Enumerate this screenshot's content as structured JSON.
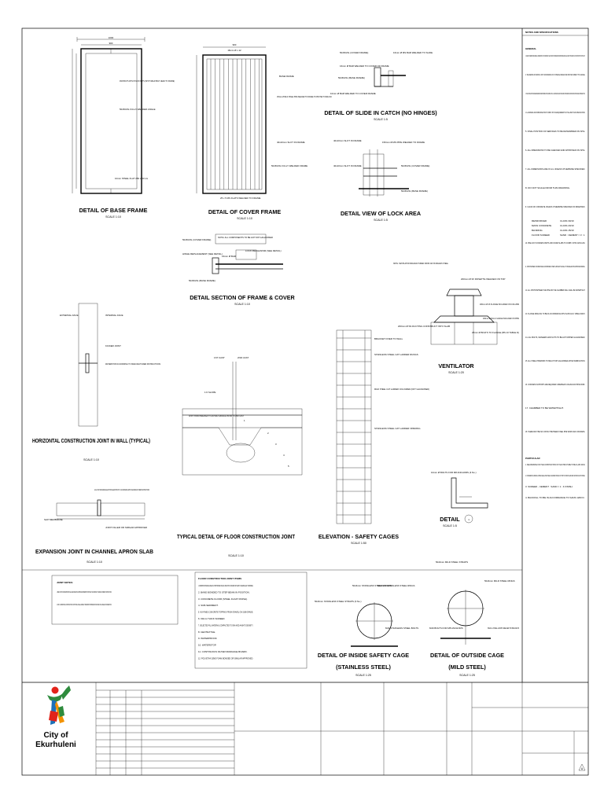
{
  "details": {
    "base_frame": {
      "title": "DETAIL OF BASE FRAME",
      "scale": "SCALE 1:10",
      "labels": [
        "1000",
        "900",
        "M16 BOLTS WITH NYLON NUTS (SPOT WELD BOLT HEAD TO FRAME)",
        "50x50x5L FULLY WELDED ANGLE",
        "10mm STEEL FLAT 250 x 50 LG"
      ]
    },
    "cover_frame": {
      "title": "DETAIL OF COVER FRAME",
      "scale": "SCALE 1:10",
      "labels": [
        "900",
        "16mm Ø x 12",
        "BASE FRAME",
        "150mm Ø MILD STEEL PIPE WELDED TO FRAME TO PROTECT PADLOCK",
        "40x10mm SLOT IN FRAME",
        "50x50x5L FULLY WELDED FRAME",
        "25 x 5 MS FLATS WELDED TO FRAME"
      ]
    },
    "slide_catch": {
      "title": "DETAIL OF SLIDE IN CATCH (NO HINGES)",
      "scale": "SCALE 1:5",
      "labels": [
        "50x50x5L (COVER FRAME)",
        "16mm Ø MS BAR WELDED TO SLIDE",
        "50x50x5L (BASE FRAME)",
        "10mm Ø BAR WELDED TO COVER FRAME",
        "16mm Ø BAR WELDED TO COVER OF FRAME"
      ]
    },
    "lock_area": {
      "title": "DETAIL VIEW OF LOCK AREA",
      "scale": "SCALE 1:5",
      "labels": [
        "40x10mm SLOT IN FRAME",
        "150mm Ø MS PIPE WELDED TO FRAME",
        "40x10mm SLOT IN FRAME",
        "50x50x5L (COVER FRAME)",
        "50x50x5L (BASE FRAME)"
      ]
    },
    "frame_cover_section": {
      "title": "DETAIL SECTION OF FRAME & COVER",
      "scale": "SCALE 1:10",
      "labels": [
        "50x50x5L (COVER FRAME)",
        "NOTE: ALL COMPONENTS TO BE HOT DIP GALVANISED",
        "HINGE REPLACEMENT (SEE DETAIL)",
        "LOCK MECHANISM (SEE DETAIL)",
        "16mm Ø BAR",
        "50x50x5L (BASE FRAME)"
      ]
    },
    "ventilator": {
      "title": "VENTILATOR",
      "scale": "SCALE 1:20",
      "labels": [
        "NOTE: VENTILATOR MANUFACTURED FROM 316 STAINLESS STEEL",
        "200mm Ø 3X ROSETTE WELDED ON TOP",
        "200mm Ø 4X FLANGE INCLUDED ON COLUMN",
        "200mm Ø 16mm FLANGE INCLUDED ON PIPE",
        "200mm Ø SS DUCTING CONSTRUCT INTO SLAB",
        "25mm Ø BOLTS TO FLANGE (BS 10 TABLE D)"
      ]
    },
    "horizontal_joint": {
      "title": "HORIZONTAL CONSTRUCTION JOINT IN WALL (TYPICAL)",
      "scale": "SCALE 1:10",
      "labels": [
        "EXTERNAL FACE",
        "INTERNAL FACE",
        "KICKER JOINT",
        "WATERSTOP ACCORDING TO MANUFACTURER INSTRUCTIONS"
      ]
    },
    "floor_joint": {
      "title": "TYPICAL DETAIL OF FLOOR CONSTRUCTION JOINT",
      "scale": "SCALE 1:10",
      "labels": [
        "1ST CAST",
        "2ND CAST",
        "1:6 SLOPE",
        "APPLY BOND BREAKER TO ENTIRE SURFACE PRIOR TO 2ND CAST",
        "1",
        "2",
        "3",
        "4",
        "5"
      ]
    },
    "safety_cages": {
      "title": "ELEVATION - SAFETY CAGES",
      "scale": "SCALE 1:50",
      "labels": [
        "BRACKET FIXED TO WALL",
        "STAINLESS STEEL CAT LADDER RUNGS",
        "MILD STEEL CAT LADDER COLOURED (NOT GALVANISED)",
        "STAINLESS STEEL CAT LADDER OPENING"
      ]
    },
    "detail_1": {
      "title": "DETAIL",
      "scale": "SCALE 1:5",
      "num": "1",
      "labels": [
        "10mm Ø BOLTS FOR M8 ANCHORS (4 No.)"
      ]
    },
    "expansion_joint": {
      "title": "EXPANSION JOINT IN CHANNEL APRON SLAB",
      "scale": "SCALE 1:10",
      "labels": [
        "12mm POLYSULPHIDE SEALANT INSTALLED STRICTLY IN ACCORDANCE WITH THE MANUFACTURER'S INSTRUCTIONS",
        "SLIP MEMBRANE",
        "JOINT FILLER OR SIMILAR APPROVED"
      ]
    },
    "inside_cage": {
      "title": "DETAIL OF INSIDE SAFETY CAGE",
      "subtitle": "(STAINLESS STEEL)",
      "scale": "SCALE 1:25",
      "labels": [
        "50x6mm STAINLESS STEEL STRAPS",
        "50x6mm STAINLESS STEEL RINGS",
        "M16 STAINLESS STEEL BOLTS",
        "50x6mm STAINLESS STEEL STRAPS (3 No.)"
      ]
    },
    "outside_cage": {
      "title": "DETAIL OF OUTSIDE CAGE",
      "subtitle": "(MILD STEEL)",
      "scale": "SCALE 1:25",
      "labels": [
        "50x6mm MILD STEEL STRAPS",
        "M16 BOLTS FOR M8 ANCHORS",
        "50x6mm MILD STEEL RINGS",
        "50x6mm STEEL HOOPS WELDED TO BRACKETS"
      ]
    }
  },
  "joint_notes": {
    "title": "JOINT NOTES:",
    "items": [
      "1.  BEDS JOINTS IN WATERSTOPS SHALL BE DONE WITH APPROVED WATERSTOPS WITHOUT ACCORDING TO MANUFACTURER'S INSTRUCTIONS.",
      "2.  ONLY HORIZONTAL CONSTRUCTION JOINTS WILL BE ALLOWED AT WATERSTOP INTERSECTIONS AND ON CHANGES OF DIRECTION."
    ]
  },
  "floor_items": {
    "title": "FLOOR CONSTRUCTION JOINT ITEMS",
    "items": [
      "1.  WATERPROOF BANDAGE SEALING STRIP BONDED ON EACH SIDE ONTO CONCRETE WITH EPOXY ADHESIVE (LEFT UNBONDED).",
      "2.  BAND BONDED TO STEP BEAM IN POSITION.",
      "3.  CONCRETE FLOOR (STEEL FLOAT FINISH).",
      "4.  SUB-SEDIMENT.",
      "5.  NO-FINES CONCRETE TOPPING FROM GRAVEL ON SUB-GRADE.",
      "6.  60mm THICK SCREED.",
      "7.  SELECTED FILL MATERIAL COMPACTED TO 95% MOD AASHTO DENSITY.",
      "8.  GEOTEXTILE.",
      "9.  WATERPROOF.",
      "10. WATERSTOP.",
      "11. CONTINUOUS FILTER DRAINAGE BOARD.",
      "12. POLYETHYLENE FOAM BONDED OR SIMILAR APPROVED."
    ]
  },
  "notes": {
    "title": "NOTES AND SPECIFICATIONS",
    "general_heading": "GENERAL",
    "general": [
      "1.  UNLESS OTHERWISE SPECIFIED ALL DIMENSIONS ON THIS DRAWING, THE CONSULTANT DESIGNER IS RESPONSIBLE AND SHALL VERIFY WITH DETAILS ON SITE PRIOR TO SETTING OUT.",
      "2.  THE DESIGN OF DETAILS ON THIS DRAWING IS OF SPECIAL DESIGN AND MAY BE SUBJECT TO CHANGE.",
      "3.  THE CONSULTANT DESIGNER REMAINS RESPONSIBLE TO ENSURE THAT ALL THE BUILDING AND PLANNING STANDARDS AND SPECIFICATIONS ARE COMPLIED WITH.",
      "4.  ALL MATERIAL AND WORKMANSHIP MUST COMPLY WITH THE REQUIREMENTS OF THE LATEST SANS SPECIFICATIONS.",
      "5.  FINAL POSITION OF SERVICES TO BE DETERMINED ON SITE.",
      "6.  ALL DIMENSIONS TO BE CHECKED AND APPROVED ON SITE.",
      "7.  ALL DIMENSIONS ARE IN mm UNLESS OTHERWISE SPECIFIED.",
      "8.  DO NOT SCALE FROM THIS DRAWING.",
      "9.  CLASS OF CONCRETE UNLESS OTHERWISE SPECIFIED ON DRAWINGS:"
    ],
    "concrete_classes": [
      [
        "REINFORCED",
        "CLASS 30/19"
      ],
      [
        "MASS CONCRETE",
        "CLASS 20/19"
      ],
      [
        "BLINDING",
        "CLASS 15/19"
      ],
      [
        "FLOOR SCREED",
        "SAND : CEMENT = 3 : 1"
      ]
    ],
    "general_2": [
      "10. PRE-CAST CONCRETE PARTS AND COVER SLABS TO COMPLY WITH SANS 1294.",
      "11. JOINTS BETWEEN CONCRETE PANELS AND BETWEEN COVER SLABS AND THE WALLS TO BE SEALED WITH APPROVED MATERIAL.",
      "12. ALL JOINTS BETWEEN THE PIPE AND THE CHAMBER WALL SHALL BE WATERTIGHT.",
      "13. FLANGE DRILLING TO BE IN ACCORDANCE WITH SANS 1123, TABLE 1600/3.",
      "14. ALL BOLTS, WASHERS AND NUTS TO BE HOT DIPPED GALVANISED.",
      "15. ALL STEEL PIPEWORK TO BE HOT DIP GALVANISED AFTER FABRICATION.",
      "16. CONCRETE SUPPORTS ARE REQUIRED UNDERNEATH VALVES AND PIPE WORK.",
      "17. CHAMBER TO BE WATERTIGHT.",
      "18. THERE MUST BE NO CONTACT BETWEEN STEEL PIPE WORK AND CONCRETE."
    ],
    "particular_heading": "PARTICULAR",
    "particular": [
      "1.  SEE DRAWING FOR THE CONSTRUCTION OF THE STRUCTURE TO BE CLASS 30/19.",
      "2.  CONCRETE SURFACE FINISH SHALL BE STEEL FLOATED FINISH ON TOP OF ROOF SLAB AND WOOD FLOAT FINISH.",
      "3.  SCREED - CEMENT : SAND = 1 : 4 FINISH.",
      "4.  BACKFILL TO BE IN ACCORDANCE TO SANS 1200 D."
    ]
  },
  "title_block": {
    "org_line1": "City of",
    "org_line2": "Ekurhuleni",
    "revision_mark": "A"
  }
}
